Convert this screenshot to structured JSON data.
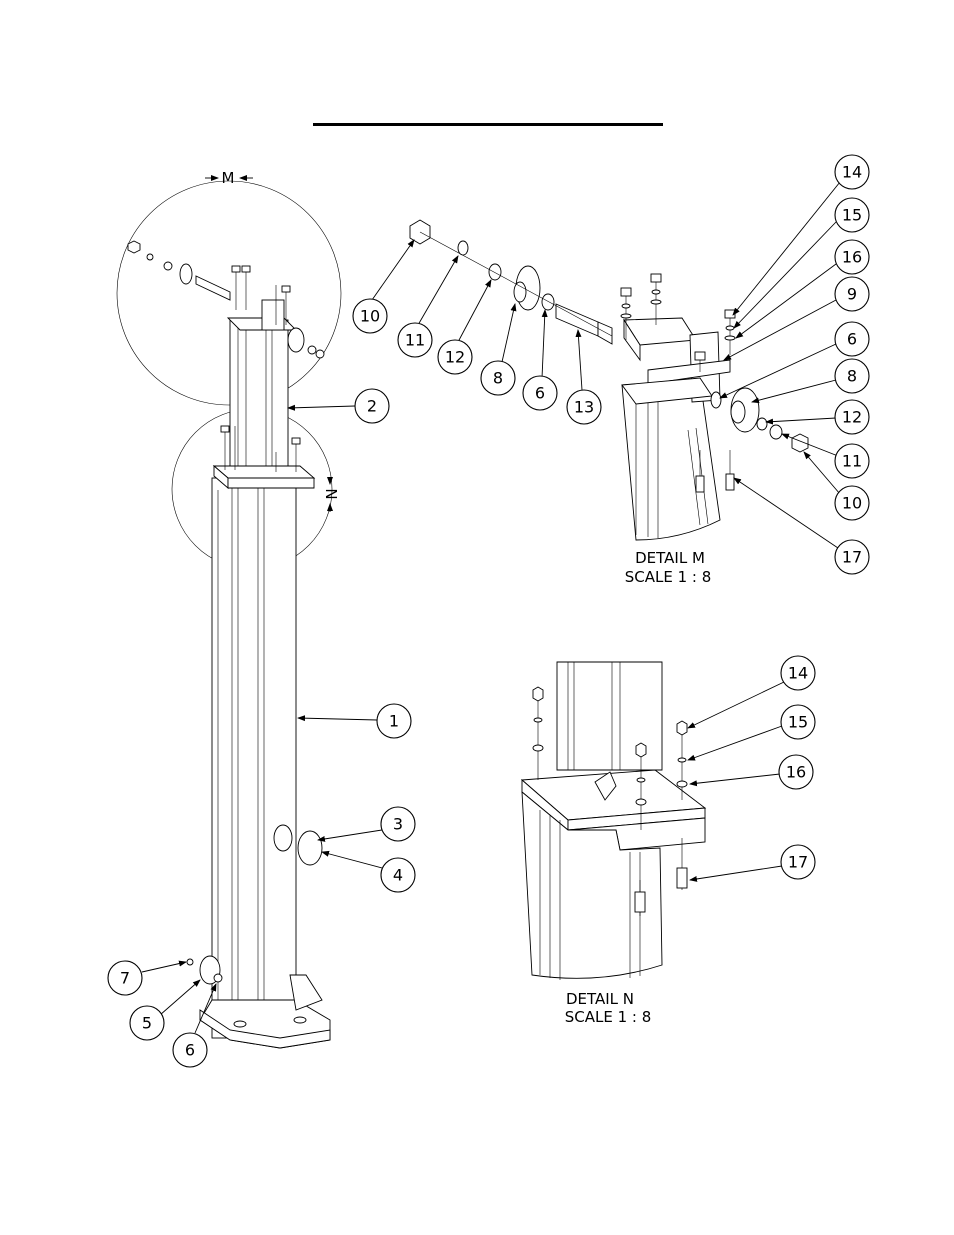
{
  "detail_m": {
    "label": "M",
    "caption_line1": "DETAIL M",
    "caption_line2": "SCALE 1 : 8"
  },
  "detail_n": {
    "label": "N",
    "caption_line1": "DETAIL N",
    "caption_line2": "SCALE 1 : 8"
  },
  "callouts": {
    "main": [
      "1",
      "2",
      "3",
      "4",
      "5",
      "6",
      "7"
    ],
    "exploded": [
      "10",
      "11",
      "12",
      "8",
      "6",
      "13"
    ],
    "detail_m": [
      "14",
      "15",
      "16",
      "9",
      "6",
      "8",
      "12",
      "11",
      "10",
      "17"
    ],
    "detail_n": [
      "14",
      "15",
      "16",
      "17"
    ]
  }
}
